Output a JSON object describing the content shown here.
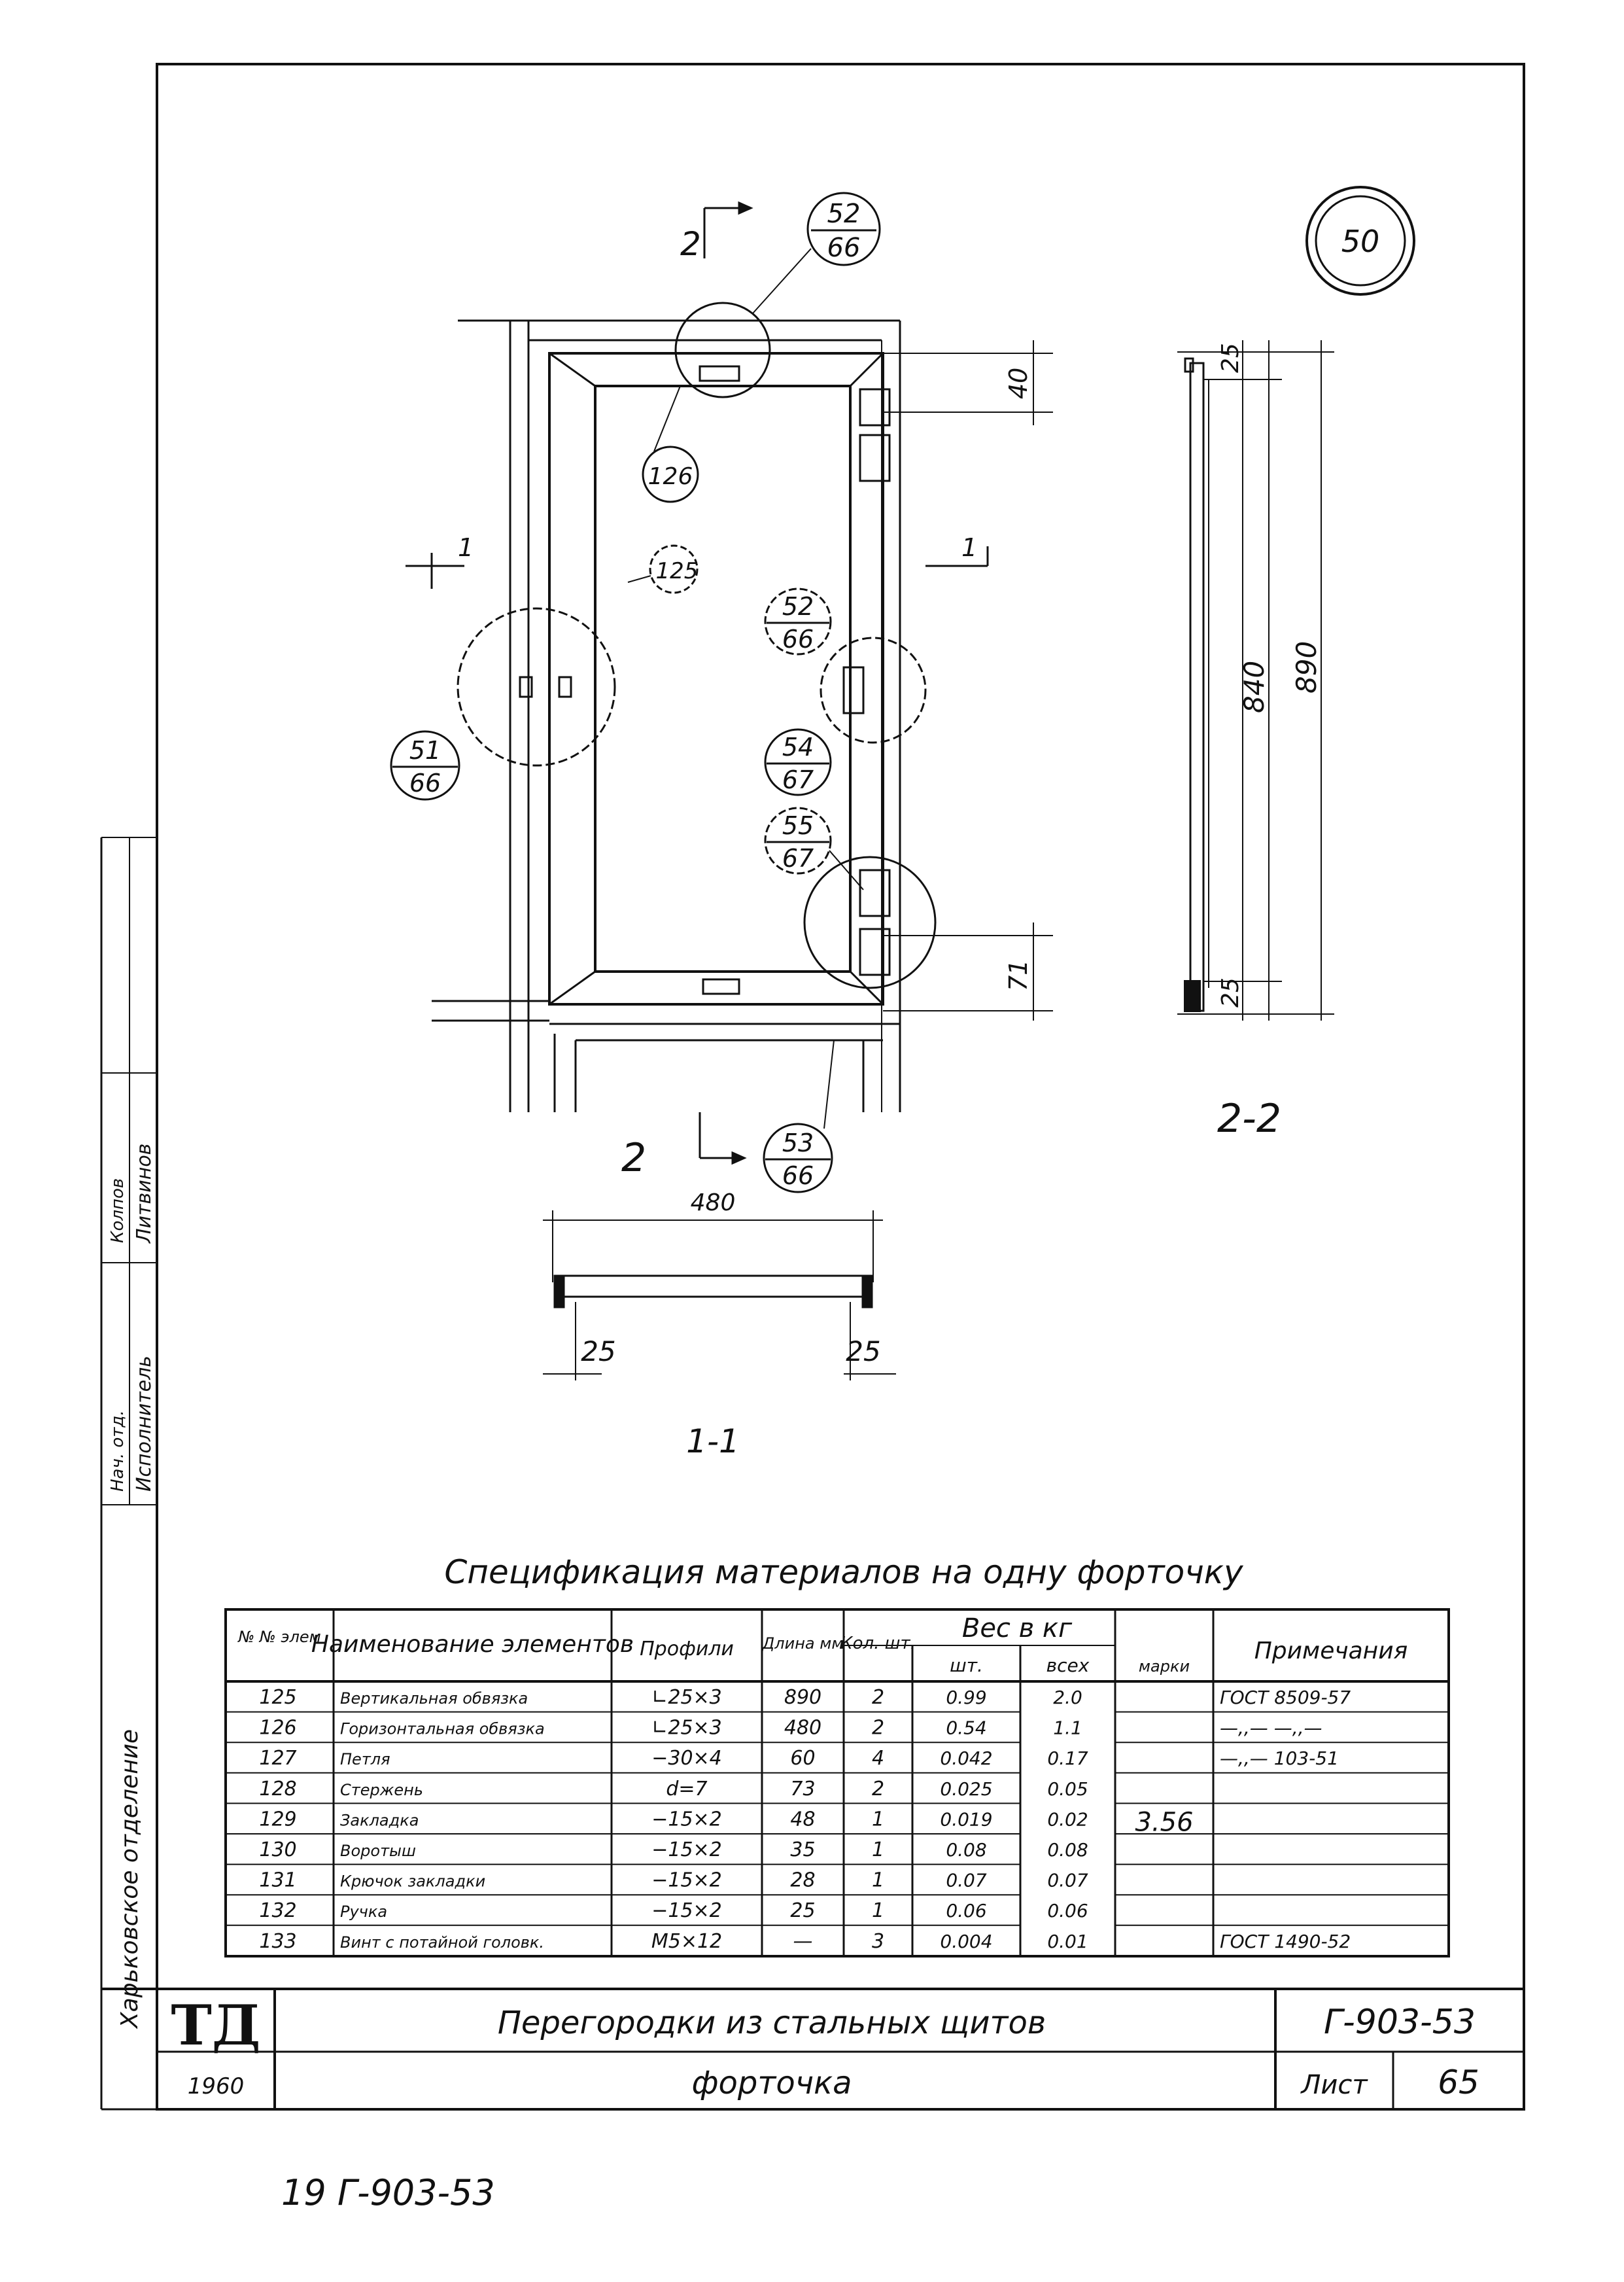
{
  "sheet_number_circle": "50",
  "callouts": {
    "top": {
      "num": "52",
      "sheet": "66"
    },
    "right": {
      "num": "52",
      "sheet": "66"
    },
    "left": {
      "num": "51",
      "sheet": "66"
    },
    "mid1": {
      "num": "54",
      "sheet": "67"
    },
    "mid2": {
      "num": "55",
      "sheet": "67"
    },
    "bottom": {
      "num": "53",
      "sheet": "66"
    },
    "elem126": "126",
    "elem125": "125"
  },
  "section_marks": {
    "top_cut": "2",
    "bottom_cut": "2",
    "left_cut": "1",
    "right_cut": "1"
  },
  "dimensions": {
    "top_offset": "40",
    "bottom_offset": "71",
    "section22_top": "25",
    "section22_inner": "840",
    "section22_total": "890",
    "section22_bottom": "25",
    "section11_width": "480",
    "section11_left": "25",
    "section11_right": "25"
  },
  "section_titles": {
    "s22": "2-2",
    "s11": "1-1"
  },
  "side_stamp": {
    "dept": "Харьковское отделение",
    "role1": "Исполнитель",
    "name1": "Литвинов",
    "role2": "Нач. отд.",
    "name2": "Колпов"
  },
  "spec": {
    "title": "Спецификация материалов на одну форточку",
    "headers": {
      "num": "№ № элем",
      "name": "Наименование элементов",
      "profile": "Профили",
      "length": "Длина мм",
      "qty": "Кол. шт.",
      "weight": "Вес в кг",
      "weight_each": "шт.",
      "weight_all": "всех",
      "weight_total": "марки",
      "notes": "Примечания"
    },
    "rows": [
      {
        "num": "125",
        "name": "Вертикальная обвязка",
        "profile": "∟25×3",
        "length": "890",
        "qty": "2",
        "w1": "0.99",
        "w2": "2.0",
        "note": "ГОСТ 8509-57"
      },
      {
        "num": "126",
        "name": "Горизонтальная обвязка",
        "profile": "∟25×3",
        "length": "480",
        "qty": "2",
        "w1": "0.54",
        "w2": "1.1",
        "note": "—,,— —,,—"
      },
      {
        "num": "127",
        "name": "Петля",
        "profile": "−30×4",
        "length": "60",
        "qty": "4",
        "w1": "0.042",
        "w2": "0.17",
        "note": "—,,— 103-51"
      },
      {
        "num": "128",
        "name": "Стержень",
        "profile": "d=7",
        "length": "73",
        "qty": "2",
        "w1": "0.025",
        "w2": "0.05",
        "note": ""
      },
      {
        "num": "129",
        "name": "Закладка",
        "profile": "−15×2",
        "length": "48",
        "qty": "1",
        "w1": "0.019",
        "w2": "0.02",
        "note": ""
      },
      {
        "num": "130",
        "name": "Воротыш",
        "profile": "−15×2",
        "length": "35",
        "qty": "1",
        "w1": "0.08",
        "w2": "0.08",
        "note": ""
      },
      {
        "num": "131",
        "name": "Крючок закладки",
        "profile": "−15×2",
        "length": "28",
        "qty": "1",
        "w1": "0.07",
        "w2": "0.07",
        "note": ""
      },
      {
        "num": "132",
        "name": "Ручка",
        "profile": "−15×2",
        "length": "25",
        "qty": "1",
        "w1": "0.06",
        "w2": "0.06",
        "note": ""
      },
      {
        "num": "133",
        "name": "Винт с потайной головк.",
        "profile": "М5×12",
        "length": "—",
        "qty": "3",
        "w1": "0.004",
        "w2": "0.01",
        "note": "ГОСТ 1490-52"
      }
    ],
    "total_weight": "3.56"
  },
  "title_block": {
    "logo": "ТД",
    "year": "1960",
    "project": "Перегородки из стальных щитов",
    "drawing": "форточка",
    "code": "Г-903-53",
    "sheet_label": "Лист",
    "sheet_no": "65"
  },
  "footer_note": "19 Г-903-53"
}
